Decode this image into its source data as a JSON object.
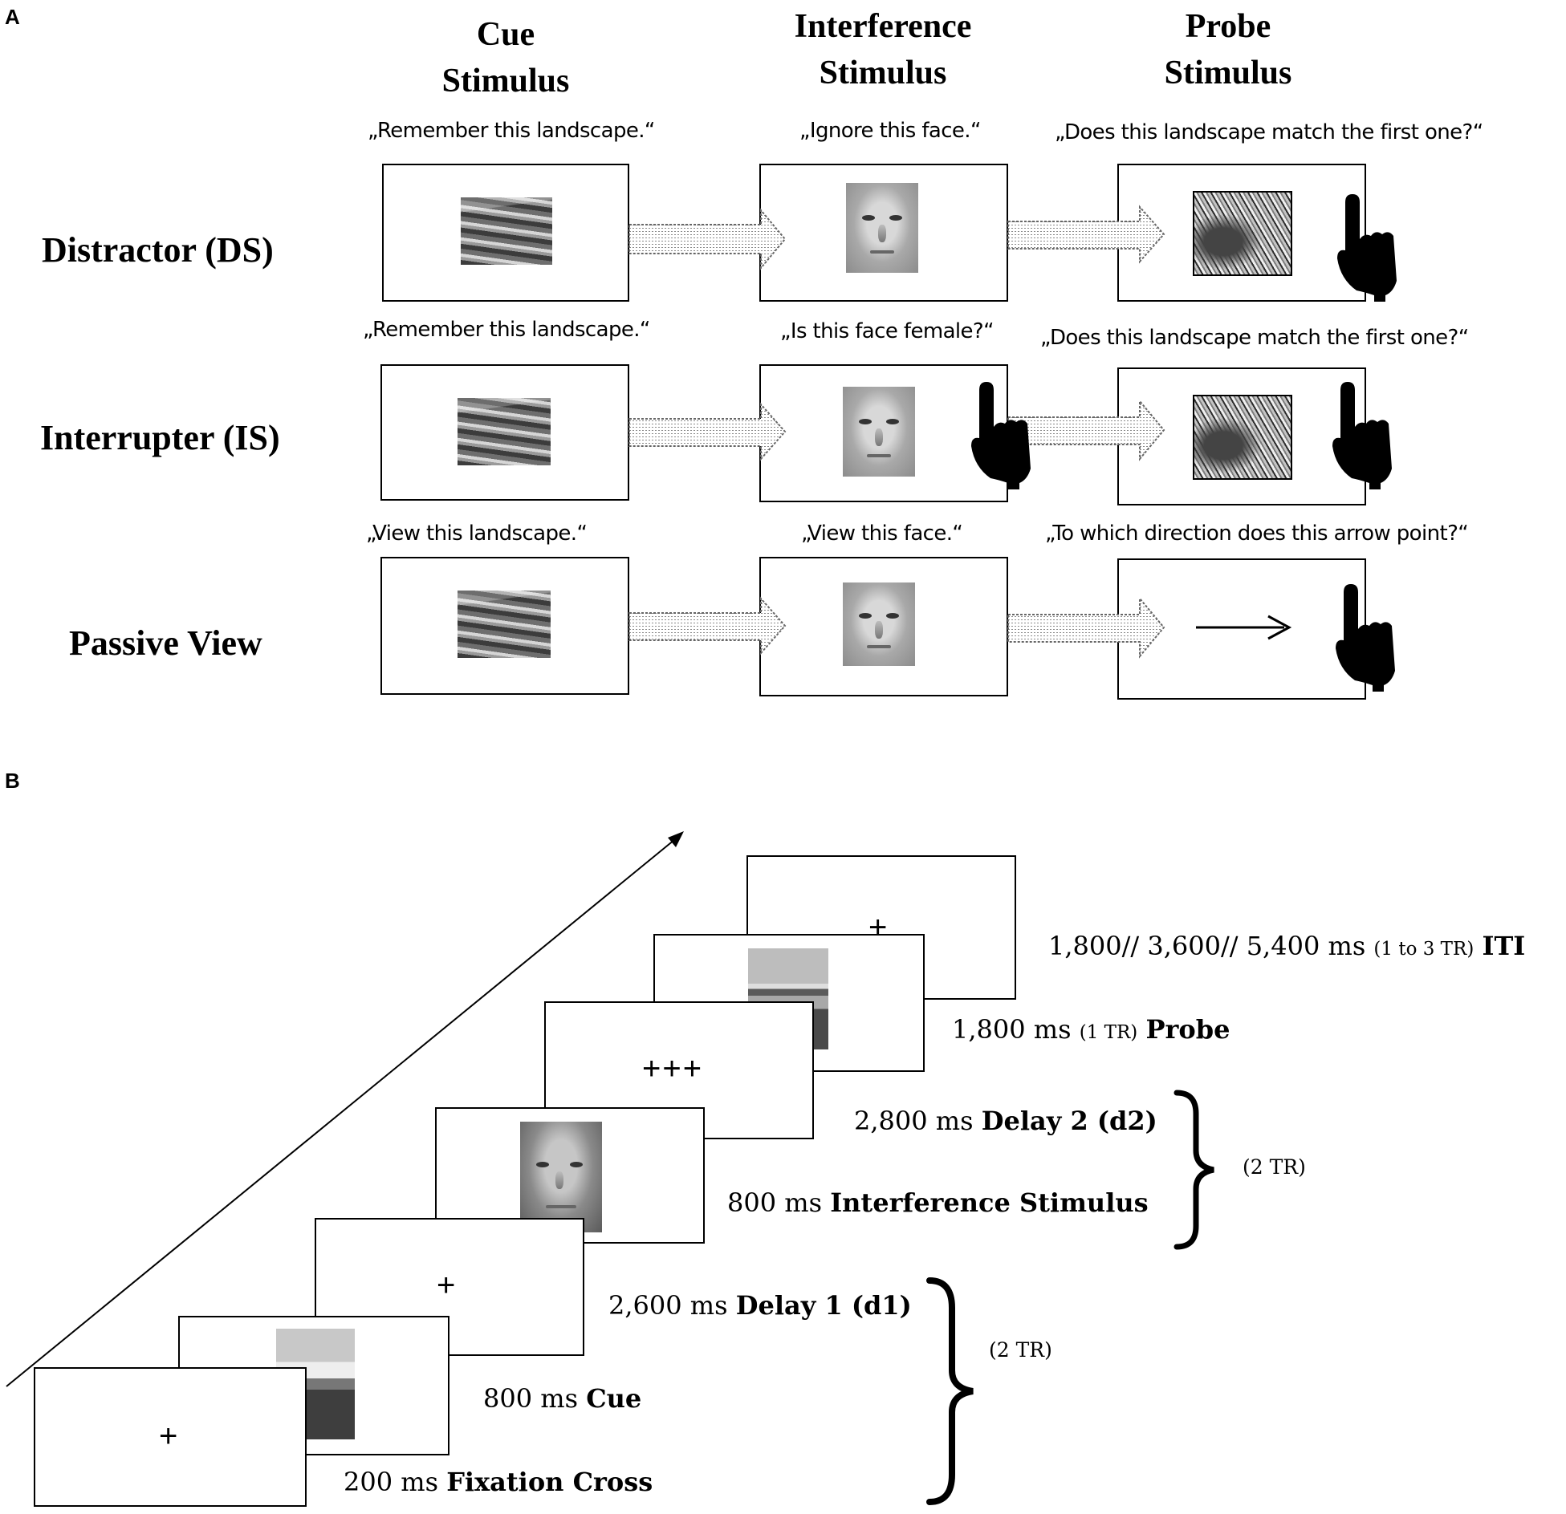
{
  "panel_a": {
    "letter": "A",
    "columns": {
      "cue": "Cue\nStimulus",
      "interference": "Interference\nStimulus",
      "probe": "Probe\nStimulus"
    },
    "rows": {
      "distractor": {
        "label": "Distractor (DS)",
        "cue_text": "„Remember this landscape.“",
        "interference_text": "„Ignore this face.“",
        "probe_text": "„Does this landscape match the first one?“"
      },
      "interrupter": {
        "label": "Interrupter (IS)",
        "cue_text": "„Remember this landscape.“",
        "interference_text": "„Is this face female?“",
        "probe_text": "„Does this landscape match the first one?“"
      },
      "passive": {
        "label": "Passive View",
        "cue_text": "„View this landscape.“",
        "interference_text": "„View this face.“",
        "probe_text": "„To which direction does this arrow point?“"
      }
    }
  },
  "panel_b": {
    "letter": "B",
    "slides": {
      "fixation": "+",
      "delay1": "+",
      "delay2": "+++",
      "iti": "+"
    },
    "timings": {
      "fixation": {
        "time": "200 ms",
        "label": "Fixation Cross"
      },
      "cue": {
        "time": "800 ms",
        "label": "Cue"
      },
      "delay1": {
        "time": "2,600 ms",
        "label": "Delay 1 (d1)"
      },
      "interference": {
        "time": "800 ms",
        "label": "Interference Stimulus"
      },
      "delay2": {
        "time": "2,800 ms",
        "label": "Delay 2 (d2)"
      },
      "probe": {
        "time": "1,800 ms",
        "tr": "(1 TR)",
        "label": "Probe"
      },
      "iti": {
        "time": "1,800// 3,600// 5,400 ms",
        "tr": "(1 to 3 TR)",
        "label": "ITI"
      }
    },
    "bracket_lower": "(2 TR)",
    "bracket_upper": "(2 TR)"
  }
}
